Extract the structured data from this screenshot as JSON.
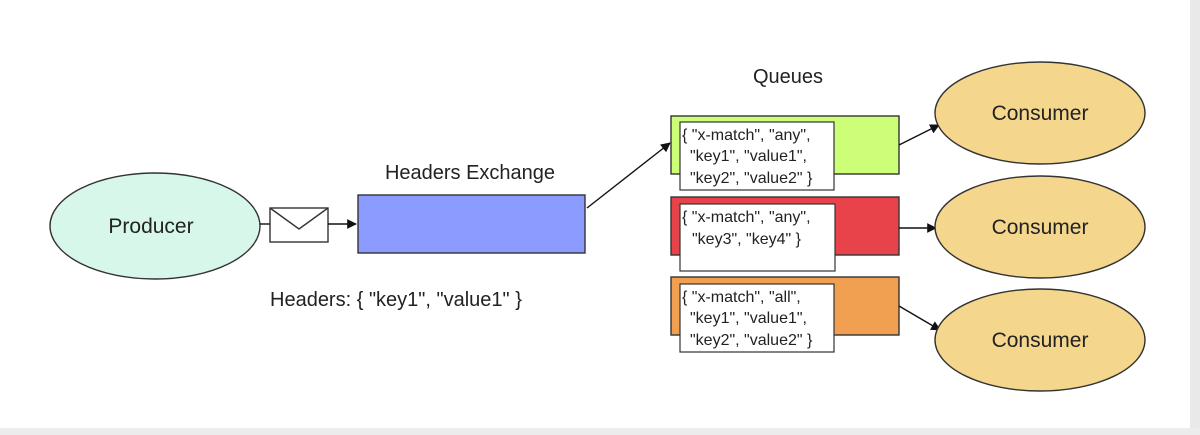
{
  "diagram": {
    "queues_title": "Queues",
    "exchange_title": "Headers Exchange",
    "producer_label": "Producer",
    "message_headers": "Headers: { \"key1\", \"value1\" }",
    "queues": [
      {
        "color": "#ccff77",
        "binding_lines": [
          "{ \"x-match\", \"any\",",
          "\"key1\", \"value1\",",
          "\"key2\", \"value2\" }"
        ],
        "consumer_label": "Consumer"
      },
      {
        "color": "#e8434a",
        "binding_lines": [
          "{ \"x-match\", \"any\",",
          "\"key3\", \"key4\" }"
        ],
        "consumer_label": "Consumer"
      },
      {
        "color": "#f0a050",
        "binding_lines": [
          "{ \"x-match\", \"all\",",
          "\"key1\", \"value1\",",
          "\"key2\", \"value2\" }"
        ],
        "consumer_label": "Consumer"
      }
    ],
    "colors": {
      "producer_fill": "#d7f7ea",
      "exchange_fill": "#8c9bff",
      "consumer_fill": "#f5d68d"
    }
  }
}
